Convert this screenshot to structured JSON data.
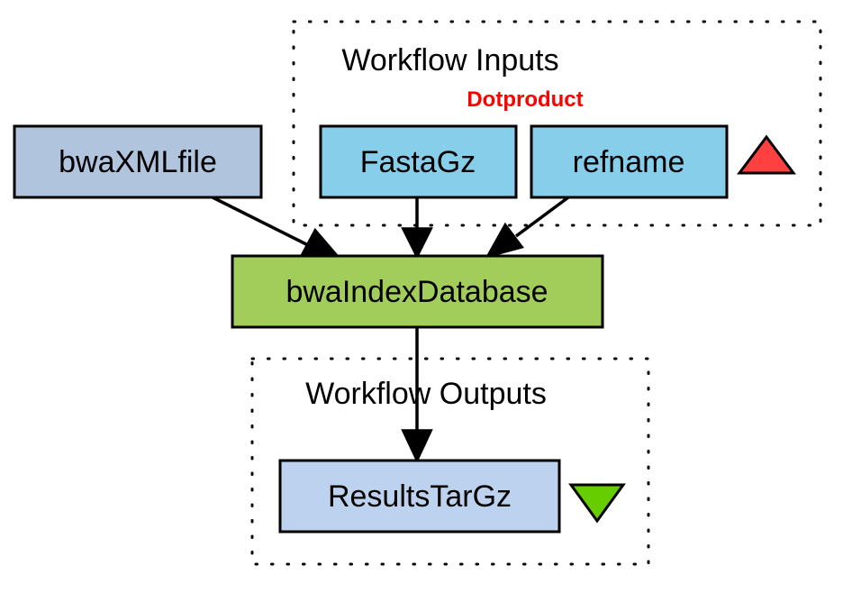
{
  "diagram": {
    "clusters": {
      "inputs": {
        "title": "Workflow Inputs",
        "strategy": "Dotproduct"
      },
      "outputs": {
        "title": "Workflow Outputs"
      }
    },
    "nodes": {
      "bwaxmlfile": {
        "label": "bwaXMLfile"
      },
      "fastagz": {
        "label": "FastaGz"
      },
      "refname": {
        "label": "refname"
      },
      "bwaindexdatabase": {
        "label": "bwaIndexDatabase"
      },
      "resultstargz": {
        "label": "ResultsTarGz"
      }
    },
    "colors": {
      "input_port": "#87ceeb",
      "processor": "#a2cd5a",
      "outside_input": "#b0c4de",
      "output_port": "#bcd2ee",
      "input_marker": "#ff4040",
      "output_marker": "#66cd00",
      "strategy_text": "#ff0000"
    }
  }
}
